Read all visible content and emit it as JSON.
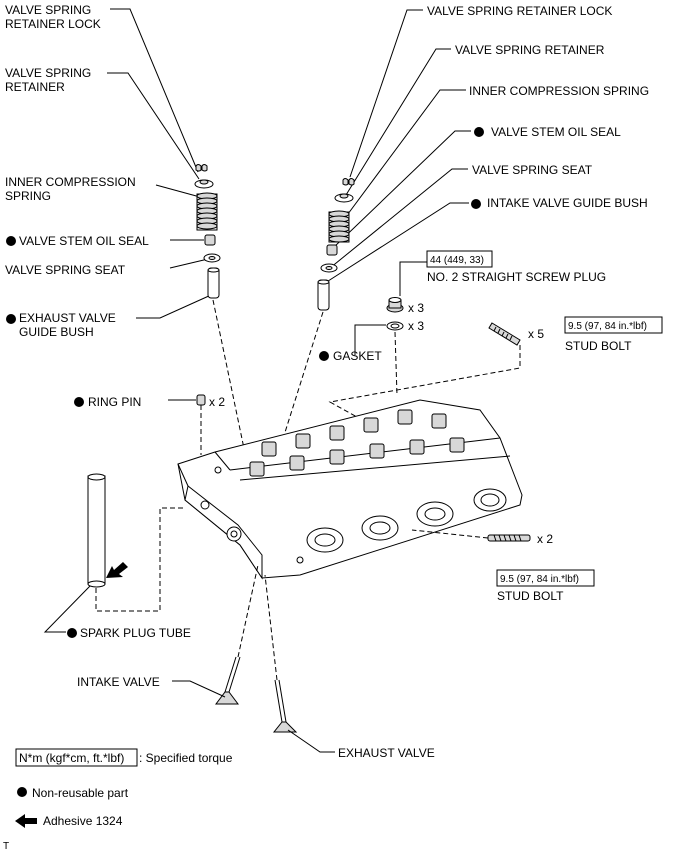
{
  "labels": {
    "exhaust_retainer_lock": [
      "VALVE SPRING",
      "RETAINER LOCK"
    ],
    "exhaust_retainer": [
      "VALVE SPRING",
      "RETAINER"
    ],
    "exhaust_inner_spring": [
      "INNER COMPRESSION",
      "SPRING"
    ],
    "exhaust_oil_seal": "VALVE STEM OIL SEAL",
    "exhaust_spring_seat": "VALVE SPRING SEAT",
    "exhaust_guide_bush": [
      "EXHAUST VALVE",
      "GUIDE BUSH"
    ],
    "intake_retainer_lock": "VALVE SPRING RETAINER LOCK",
    "intake_retainer": "VALVE SPRING RETAINER",
    "intake_inner_spring": "INNER COMPRESSION SPRING",
    "intake_oil_seal": "VALVE STEM OIL SEAL",
    "intake_spring_seat": "VALVE SPRING SEAT",
    "intake_guide_bush": "INTAKE VALVE GUIDE BUSH",
    "plug_torque": "44 (449, 33)",
    "plug": "NO. 2 STRAIGHT SCREW PLUG",
    "plug_qty": "x 3",
    "gasket_qty": "x 3",
    "gasket": "GASKET",
    "stud_top_qty": "x 5",
    "stud_top_torque": "9.5 (97, 84 in.*lbf)",
    "stud_top": "STUD BOLT",
    "ring_pin": "RING PIN",
    "ring_pin_qty": "x 2",
    "stud_bottom_qty": "x 2",
    "stud_bottom_torque": "9.5 (97, 84 in.*lbf)",
    "stud_bottom": "STUD BOLT",
    "spark_plug_tube": "SPARK PLUG TUBE",
    "intake_valve": "INTAKE VALVE",
    "exhaust_valve": "EXHAUST VALVE"
  },
  "legend": {
    "torque_unit": "N*m (kgf*cm, ft.*lbf)",
    "torque_desc": ": Specified torque",
    "non_reusable": "Non-reusable part",
    "adhesive": "Adhesive 1324"
  },
  "corner_mark": "T"
}
